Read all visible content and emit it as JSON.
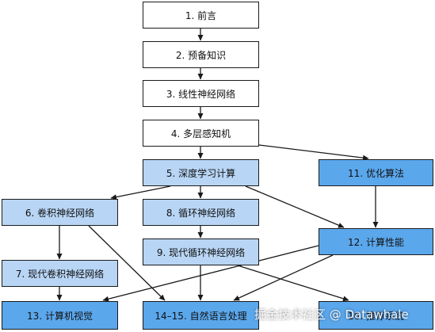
{
  "colors": {
    "white": "#ffffff",
    "light_blue": "#b8d5f5",
    "mid_blue": "#5ba7ec",
    "border": "#1a1a1a",
    "arrow": "#1a1a1a"
  },
  "nodes": [
    {
      "id": "n1",
      "label": "1. 前言",
      "fill": "white"
    },
    {
      "id": "n2",
      "label": "2. 预备知识",
      "fill": "white"
    },
    {
      "id": "n3",
      "label": "3. 线性神经网络",
      "fill": "white"
    },
    {
      "id": "n4",
      "label": "4. 多层感知机",
      "fill": "white"
    },
    {
      "id": "n5",
      "label": "5. 深度学习计算",
      "fill": "light_blue"
    },
    {
      "id": "n6",
      "label": "6. 卷积神经网络",
      "fill": "light_blue"
    },
    {
      "id": "n7",
      "label": "7. 现代卷积神经网络",
      "fill": "light_blue"
    },
    {
      "id": "n8",
      "label": "8. 循环神经网络",
      "fill": "light_blue"
    },
    {
      "id": "n9",
      "label": "9. 现代循环神经网络",
      "fill": "light_blue"
    },
    {
      "id": "n11",
      "label": "11. 优化算法",
      "fill": "mid_blue"
    },
    {
      "id": "n12",
      "label": "12. 计算性能",
      "fill": "mid_blue"
    },
    {
      "id": "n13",
      "label": "13. 计算机视觉",
      "fill": "mid_blue"
    },
    {
      "id": "n1415",
      "label": "14–15. 自然语言处理",
      "fill": "mid_blue"
    },
    {
      "id": "n16",
      "label": "16. 推荐系统",
      "fill": "mid_blue"
    }
  ],
  "edges": [
    {
      "from": "n1",
      "to": "n2"
    },
    {
      "from": "n2",
      "to": "n3"
    },
    {
      "from": "n3",
      "to": "n4"
    },
    {
      "from": "n4",
      "to": "n5"
    },
    {
      "from": "n4",
      "to": "n11"
    },
    {
      "from": "n5",
      "to": "n6"
    },
    {
      "from": "n5",
      "to": "n8"
    },
    {
      "from": "n5",
      "to": "n12"
    },
    {
      "from": "n11",
      "to": "n12"
    },
    {
      "from": "n6",
      "to": "n7"
    },
    {
      "from": "n6",
      "to": "n1415"
    },
    {
      "from": "n8",
      "to": "n9"
    },
    {
      "from": "n9",
      "to": "n1415"
    },
    {
      "from": "n9",
      "to": "n16"
    },
    {
      "from": "n7",
      "to": "n13"
    },
    {
      "from": "n12",
      "to": "n13"
    },
    {
      "from": "n12",
      "to": "n1415"
    }
  ],
  "watermark": "掘金技术社区 @ Datawhale"
}
